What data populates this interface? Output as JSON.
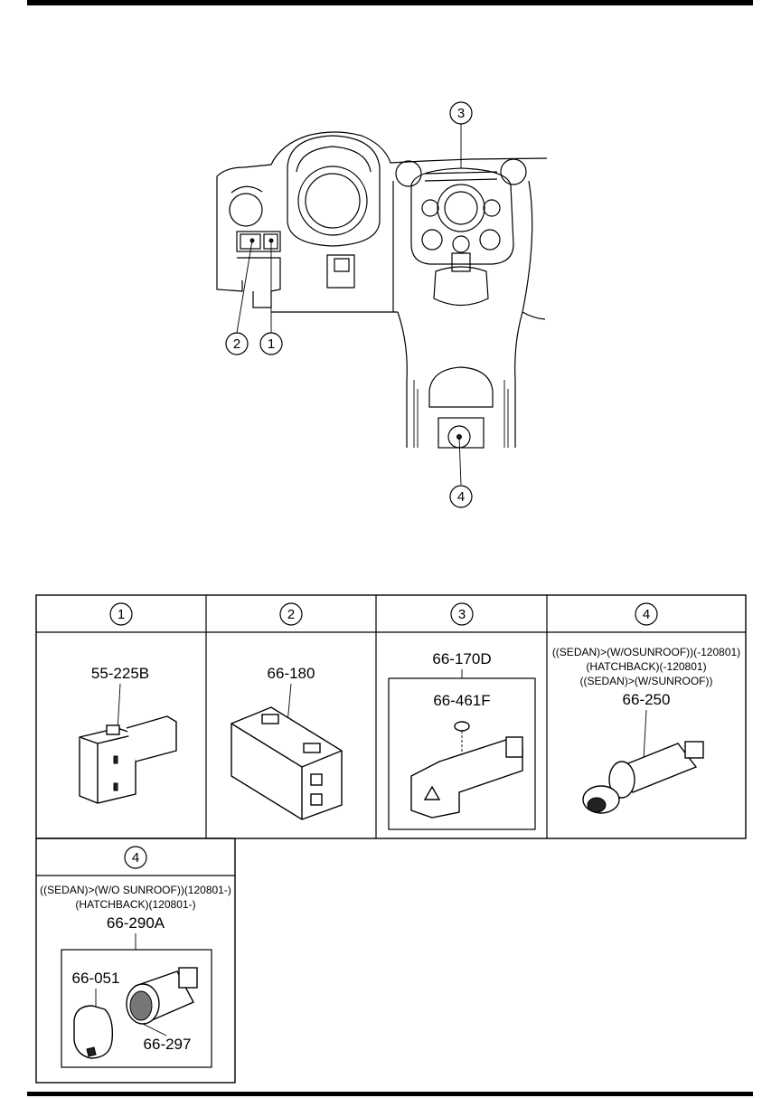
{
  "overview": {
    "callouts": [
      {
        "id": "callout-3",
        "num": "3"
      },
      {
        "id": "callout-2",
        "num": "2"
      },
      {
        "id": "callout-1",
        "num": "1"
      },
      {
        "id": "callout-4",
        "num": "4"
      }
    ]
  },
  "table": {
    "cells": [
      {
        "num": "1",
        "parts": [
          "55-225B"
        ]
      },
      {
        "num": "2",
        "parts": [
          "66-180"
        ]
      },
      {
        "num": "3",
        "assembly": "66-170D",
        "parts": [
          "66-461F"
        ]
      },
      {
        "num": "4",
        "notes": [
          "((SEDAN)>(W/OSUNROOF))(-120801)",
          "(HATCHBACK)(-120801)",
          "((SEDAN)>(W/SUNROOF))"
        ],
        "parts": [
          "66-250"
        ]
      },
      {
        "num": "4",
        "notes": [
          "((SEDAN)>(W/O SUNROOF))(120801-)",
          "(HATCHBACK)(120801-)"
        ],
        "assembly": "66-290A",
        "parts": [
          "66-051",
          "66-297"
        ]
      }
    ]
  }
}
